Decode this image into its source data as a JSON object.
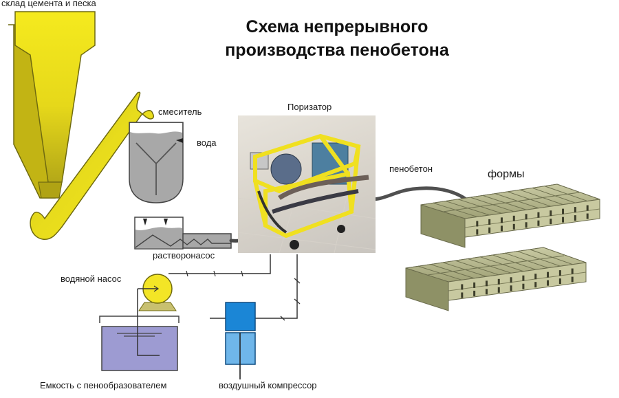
{
  "title": {
    "line1": "Схема непрерывного",
    "line2": "производства пенобетона"
  },
  "labels": {
    "storage": "склад цемента и песка",
    "mixer": "смеситель",
    "water": "вода",
    "porizator": "Поризатор",
    "mortar_pump": "растворонасос",
    "foam_concrete": "пенобетон",
    "molds": "формы",
    "water_pump": "водяной насос",
    "foam_tank": "Емкость с пенообразователем",
    "air_compressor": "воздушный компрессор"
  },
  "colors": {
    "hopper_yellow": "#f2e51c",
    "hopper_dark": "#b9ab12",
    "mixer_gray": "#a9a9a9",
    "tank_liquid": "#9a98d0",
    "compressor_top": "#1b86d6",
    "compressor_bottom": "#6fb6ea",
    "mold_green": "#a7a97a",
    "frame_yellow": "#f0e020"
  }
}
